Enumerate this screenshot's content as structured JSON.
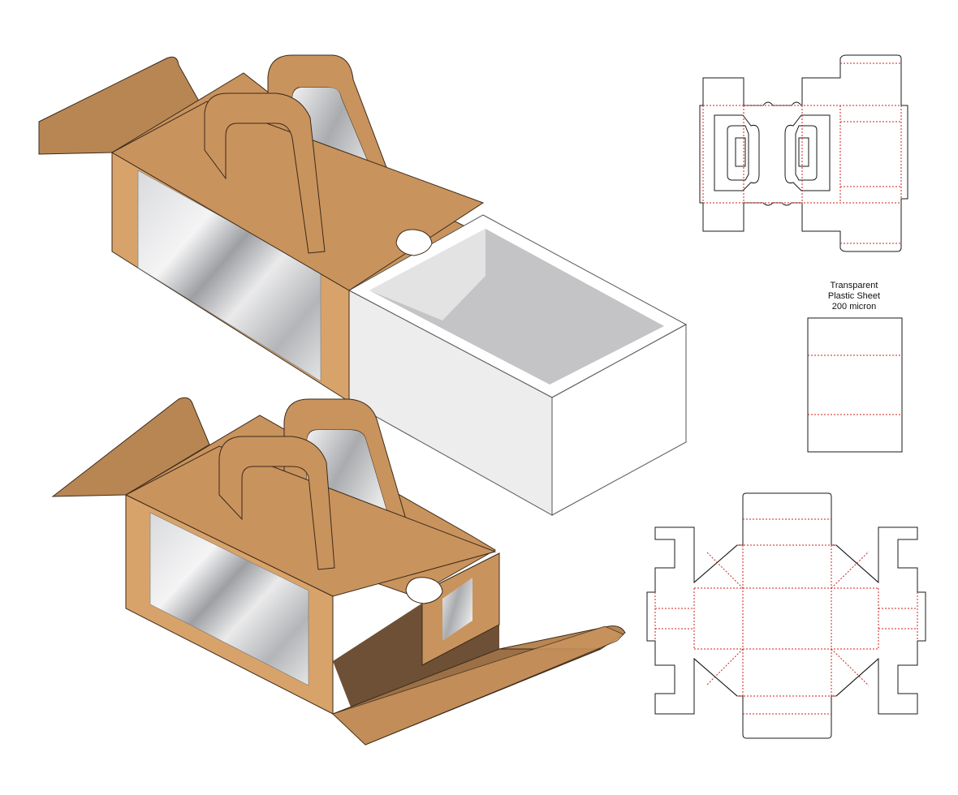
{
  "plastic_sheet": {
    "line1": "Transparent",
    "line2": "Plastic Sheet",
    "line3": "200 micron"
  },
  "colors": {
    "kraft_front": "#d8a36a",
    "kraft_side": "#b88653",
    "kraft_dark": "#9c7046",
    "kraft_inner": "#6e5036",
    "kraft_light": "#c9935d",
    "outline": "#3b2a1a",
    "tray_white": "#ffffff",
    "tray_inner": "#c4c4c6",
    "tray_side": "#ededee",
    "dieline_cut": "#1a1a1a",
    "dieline_fold": "#d0201f",
    "window_glass": "#cfd0d2"
  }
}
